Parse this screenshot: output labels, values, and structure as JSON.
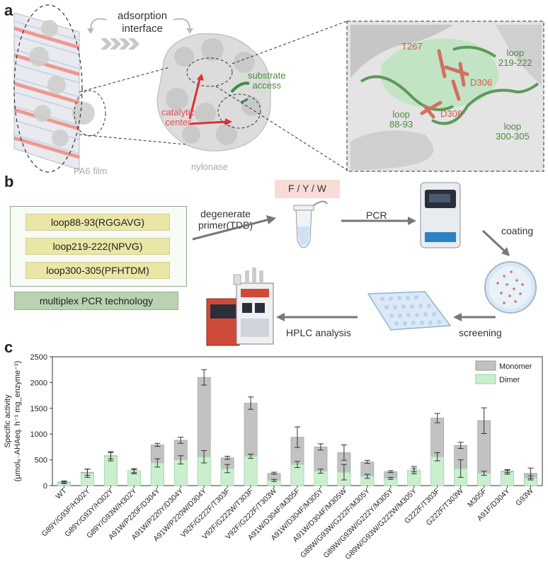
{
  "panels": {
    "a": {
      "letter": "a",
      "adsorption_label": "adsorption\ninterface",
      "film_label": "PA6 film",
      "nylonase_label": "nylonase",
      "substrate_label": "substrate\naccess",
      "catalytic_label": "catalytic\ncenter",
      "zoom_labels": {
        "t267": "T267",
        "d306": "D306",
        "d308": "D308",
        "loop_219": "loop\n219-222",
        "loop_88": "loop\n88-93",
        "loop_300": "loop\n300-305"
      }
    },
    "b": {
      "letter": "b",
      "sequences": [
        "loop88-93(RGGAVG)",
        "loop219-222(NPVG)",
        "loop300-305(PFHTDM)"
      ],
      "technology": "multiplex PCR technology",
      "degenerate_label": "degenerate\nprimer(TDB)",
      "fyw_label": "F / Y / W",
      "pcr_label": "PCR",
      "coating_label": "coating",
      "screening_label": "screening",
      "hplc_label": "HPLC analysis"
    },
    "c": {
      "letter": "c"
    }
  },
  "colors": {
    "monomer": "#c2c2c2",
    "dimer": "#c9efcf",
    "catalytic_red": "#e05050",
    "loop_green": "#4a9a4a"
  },
  "chart_data": {
    "type": "bar",
    "stacked": true,
    "ylabel": "Specific activity\n(μmol₆₋AHAeq. h⁻¹ mg_enzyme⁻¹)",
    "ylim": [
      0,
      2500
    ],
    "yticks": [
      0,
      500,
      1000,
      1500,
      2000,
      2500
    ],
    "legend_position": "top-right",
    "categories": [
      "WT",
      "G89Y/G93F/H302Y",
      "G89Y/G93Y/H302Y",
      "G89Y/G93W/H302Y",
      "A91W/P220F/D304Y",
      "A91W/P220Y/D304Y",
      "A91W/P220W/D304Y",
      "V92F/G222F/T303F",
      "V92F/G222W/T303F",
      "V92F/G222F/T303W",
      "A91W/D304F/M305F",
      "A91W/D304F/M305Y",
      "A91W/D304F/M305W",
      "G89W/G93W/G222F/M305Y",
      "G89W/G93W/G222Y/M305Y",
      "G89W/G93W/G222W/M305Y",
      "G222F/T303F",
      "G222F/T303W",
      "M305F",
      "A91F/D304Y",
      "G93W"
    ],
    "series": [
      {
        "name": "Monomer",
        "values": [
          70,
          260,
          580,
          270,
          790,
          880,
          2100,
          540,
          1600,
          240,
          940,
          750,
          640,
          460,
          270,
          300,
          1310,
          780,
          1260,
          280,
          240
        ],
        "errors": [
          20,
          60,
          60,
          40,
          30,
          60,
          150,
          30,
          120,
          20,
          200,
          60,
          150,
          30,
          20,
          30,
          90,
          60,
          250,
          30,
          100
        ]
      },
      {
        "name": "Dimer",
        "values": [
          60,
          240,
          570,
          290,
          440,
          500,
          560,
          330,
          570,
          100,
          410,
          280,
          260,
          180,
          140,
          300,
          560,
          330,
          240,
          260,
          150
        ],
        "errors": [
          20,
          80,
          90,
          40,
          80,
          80,
          120,
          80,
          40,
          20,
          60,
          40,
          150,
          40,
          20,
          70,
          80,
          170,
          40,
          40,
          40
        ]
      }
    ]
  }
}
